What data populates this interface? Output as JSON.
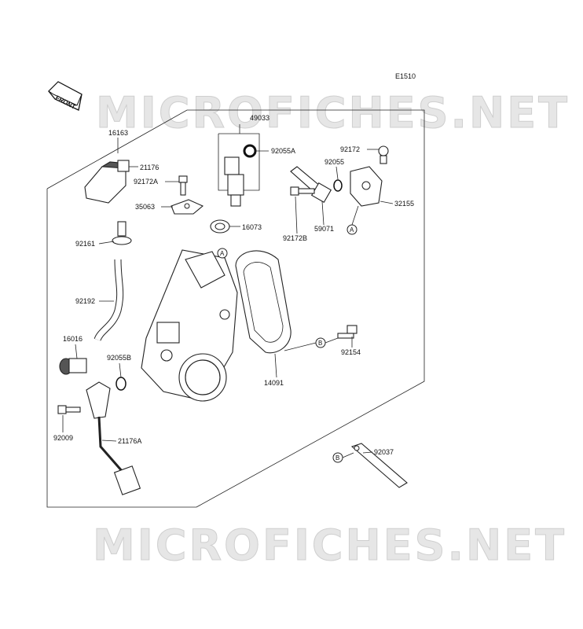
{
  "diagram_code": "E1510",
  "front_label": "FRONT",
  "watermarks": [
    "MICROFICHES.NET",
    "MICROFICHES.NET"
  ],
  "parts": {
    "p49033": "49033",
    "p16163": "16163",
    "p92055A": "92055A",
    "p92172": "92172",
    "p92055": "92055",
    "p21176": "21176",
    "p92172A": "92172A",
    "p32155": "32155",
    "p35063": "35063",
    "p16073": "16073",
    "p59071": "59071",
    "p92172B": "92172B",
    "p92161": "92161",
    "p92192": "92192",
    "p16016": "16016",
    "p92154": "92154",
    "p92055B": "92055B",
    "p14091": "14091",
    "p92009": "92009",
    "p21176A": "21176A",
    "p92037": "92037"
  },
  "callouts": {
    "a1": "A",
    "a2": "A",
    "b1": "B",
    "b2": "B"
  }
}
